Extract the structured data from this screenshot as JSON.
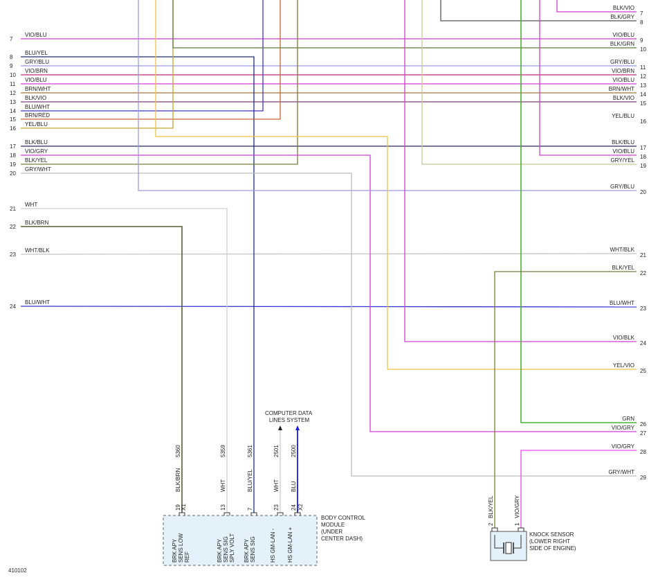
{
  "diagram_id": "410102",
  "left_wires": [
    {
      "pin": "7",
      "label": "VIO/BLU",
      "color": "#d33bd3"
    },
    {
      "pin": "8",
      "label": "BLU/YEL",
      "color": "#1f2c7a"
    },
    {
      "pin": "9",
      "label": "GRY/BLU",
      "color": "#9a9ae6"
    },
    {
      "pin": "10",
      "label": "VIO/BRN",
      "color": "#c0287a"
    },
    {
      "pin": "11",
      "label": "VIO/BLU",
      "color": "#d33bd3"
    },
    {
      "pin": "12",
      "label": "BRN/WHT",
      "color": "#a57436"
    },
    {
      "pin": "13",
      "label": "BLK/VIO",
      "color": "#7a3b7a"
    },
    {
      "pin": "14",
      "label": "BLU/WHT",
      "color": "#3535d5"
    },
    {
      "pin": "15",
      "label": "BRN/RED",
      "color": "#c86430"
    },
    {
      "pin": "16",
      "label": "YEL/BLU",
      "color": "#c4a82a"
    },
    {
      "pin": "17",
      "label": "BLK/BLU",
      "color": "#26265a"
    },
    {
      "pin": "18",
      "label": "VIO/GRY",
      "color": "#d33bd3"
    },
    {
      "pin": "19",
      "label": "BLK/YEL",
      "color": "#7a7a3a"
    },
    {
      "pin": "20",
      "label": "GRY/WHT",
      "color": "#bcbcbc"
    },
    {
      "pin": "21",
      "label": "WHT",
      "color": "#cfcfcf"
    },
    {
      "pin": "22",
      "label": "BLK/BRN",
      "color": "#5a5a36"
    },
    {
      "pin": "23",
      "label": "WHT/BLK",
      "color": "#c4c4c4"
    },
    {
      "pin": "24",
      "label": "BLU/WHT",
      "color": "#3535d5"
    }
  ],
  "right_wires": [
    {
      "pin": "7",
      "label": "BLK/VIO",
      "color": "#d33bd3"
    },
    {
      "pin": "8",
      "label": "BLK/GRY",
      "color": "#555555"
    },
    {
      "pin": "9",
      "label": "VIO/BLU",
      "color": "#d33bd3"
    },
    {
      "pin": "10",
      "label": "BLK/GRN",
      "color": "#5a7a3a"
    },
    {
      "pin": "11",
      "label": "GRY/BLU",
      "color": "#9a9ae6"
    },
    {
      "pin": "12",
      "label": "VIO/BRN",
      "color": "#c0287a"
    },
    {
      "pin": "13",
      "label": "VIO/BLU",
      "color": "#d33bd3"
    },
    {
      "pin": "14",
      "label": "BRN/WHT",
      "color": "#a57436"
    },
    {
      "pin": "15",
      "label": "BLK/VIO",
      "color": "#7a3b7a"
    },
    {
      "pin": "16",
      "label": "YEL/BLU",
      "color": "#c4a82a"
    },
    {
      "pin": "17",
      "label": "BLK/BLU",
      "color": "#26265a"
    },
    {
      "pin": "18",
      "label": "VIO/BLU",
      "color": "#d33bd3"
    },
    {
      "pin": "19",
      "label": "GRY/YEL",
      "color": "#c8c89a"
    },
    {
      "pin": "20",
      "label": "GRY/BLU",
      "color": "#9a9ae6"
    },
    {
      "pin": "21",
      "label": "WHT/BLK",
      "color": "#c4c4c4"
    },
    {
      "pin": "22",
      "label": "BLK/YEL",
      "color": "#7a7a3a"
    },
    {
      "pin": "23",
      "label": "BLU/WHT",
      "color": "#3535d5"
    },
    {
      "pin": "24",
      "label": "VIO/BLK",
      "color": "#d33bd3"
    },
    {
      "pin": "25",
      "label": "YEL/VIO",
      "color": "#f0c040"
    },
    {
      "pin": "26",
      "label": "GRN",
      "color": "#4ab030"
    },
    {
      "pin": "27",
      "label": "VIO/GRY",
      "color": "#d33bd3"
    },
    {
      "pin": "28",
      "label": "VIO/GRY",
      "color": "#ee66ee"
    },
    {
      "pin": "29",
      "label": "GRY/WHT",
      "color": "#bcbcbc"
    }
  ],
  "bcm": {
    "title": "BODY CONTROL MODULE (UNDER CENTER DASH)",
    "title_lines": [
      "BODY CONTROL",
      "MODULE",
      "(UNDER",
      "CENTER DASH)"
    ],
    "connector_x1": "X1",
    "connector_x2": "X2",
    "pins": [
      {
        "pin": "19",
        "circuit": "5360",
        "color_label": "BLK/BRN",
        "function": "BRK APY SENS LOW REF",
        "lines": [
          "BRK APY",
          "SENS LOW",
          "REF"
        ]
      },
      {
        "pin": "13",
        "circuit": "5359",
        "color_label": "WHT",
        "function": "BRK APY SENS SIG SPLY VOLT",
        "lines": [
          "BRK APY",
          "SENS SIG",
          "SPLY VOLT"
        ]
      },
      {
        "pin": "7",
        "circuit": "5361",
        "color_label": "BLU/YEL",
        "function": "BRK APY SENS SIG",
        "lines": [
          "BRK APY",
          "SENS SIG"
        ]
      },
      {
        "pin": "23",
        "circuit": "2501",
        "color_label": "WHT",
        "function": "HS GM-LAN -",
        "lines": [
          "HS GM-LAN -"
        ]
      },
      {
        "pin": "24",
        "circuit": "2500",
        "color_label": "BLU",
        "function": "HS GM-LAN +",
        "lines": [
          "HS GM-LAN +"
        ]
      }
    ]
  },
  "data_lines": {
    "label": "COMPUTER DATA LINES SYSTEM",
    "lines": [
      "COMPUTER DATA",
      "LINES SYSTEM"
    ]
  },
  "knock_sensor": {
    "title": "KNOCK SENSOR (LOWER RIGHT SIDE OF ENGINE)",
    "title_lines": [
      "KNOCK SENSOR",
      "(LOWER RIGHT",
      "SIDE OF ENGINE)"
    ],
    "pins": [
      {
        "pin": "2",
        "color_label": "BLK/YEL"
      },
      {
        "pin": "1",
        "color_label": "VIO/GRY"
      }
    ]
  }
}
